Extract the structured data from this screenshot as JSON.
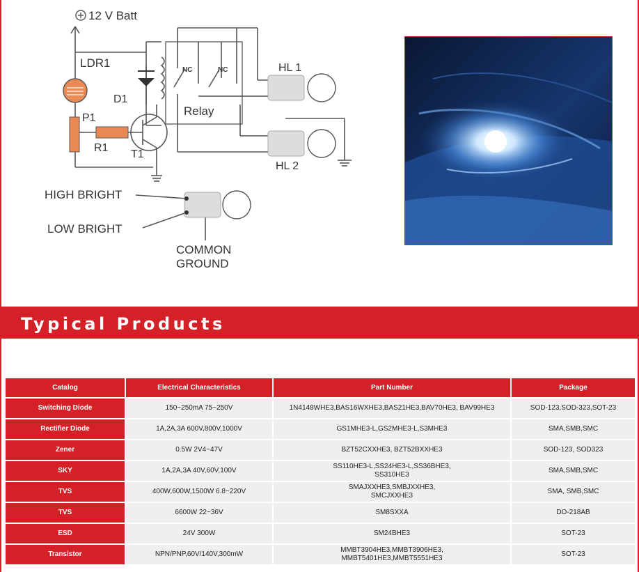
{
  "diagram": {
    "batt_label": "12 V Batt",
    "ldr_label": "LDR1",
    "d1_label": "D1",
    "p1_label": "P1",
    "r1_label": "R1",
    "t1_label": "T1",
    "relay_label": "Relay",
    "nc1_label": "NC",
    "nc2_label": "NC",
    "hl1_label": "HL 1",
    "hl2_label": "HL 2",
    "high_bright_label": "HIGH BRIGHT",
    "low_bright_label": "LOW BRIGHT",
    "common_label": "COMMON",
    "ground_label": "GROUND"
  },
  "section": {
    "title": "Typical Products"
  },
  "colors": {
    "accent": "#d42027",
    "cell_bg": "#efefef"
  },
  "table": {
    "headers": [
      "Catalog",
      "Electrical Characteristics",
      "Part Number",
      "Package"
    ],
    "rows": [
      {
        "catalog": "Switching Diode",
        "electrical": "150~250mA 75~250V",
        "part1": "1N4148WHE3,BAS16WXHE3,BAS21HE3,BAV70HE3, BAV99HE3",
        "part2": "",
        "package": "SOD-123,SOD-323,SOT-23"
      },
      {
        "catalog": "Rectifier Diode",
        "electrical": "1A,2A,3A 600V,800V,1000V",
        "part1": "GS1MHE3-L,GS2MHE3-L,S3MHE3",
        "part2": "",
        "package": "SMA,SMB,SMC"
      },
      {
        "catalog": "Zener",
        "electrical": "0.5W 2V4~47V",
        "part1": "BZT52CXXHE3, BZT52BXXHE3",
        "part2": "",
        "package": "SOD-123, SOD323"
      },
      {
        "catalog": "SKY",
        "electrical": "1A,2A,3A 40V,60V,100V",
        "part1": "SS110HE3-L,SS24HE3-L,SS36BHE3,",
        "part2": "SS310HE3",
        "package": "SMA,SMB,SMC"
      },
      {
        "catalog": "TVS",
        "electrical": "400W,600W,1500W 6.8~220V",
        "part1": "SMAJXXHE3,SMBJXXHE3,",
        "part2": "SMCJXXHE3",
        "package": "SMA, SMB,SMC"
      },
      {
        "catalog": "TVS",
        "electrical": "6600W 22~36V",
        "part1": "SM8SXXA",
        "part2": "",
        "package": "DO-218AB"
      },
      {
        "catalog": "ESD",
        "electrical": "24V 300W",
        "part1": "SM24BHE3",
        "part2": "",
        "package": "SOT-23"
      },
      {
        "catalog": "Transistor",
        "electrical": "NPN/PNP,60V/140V,300mW",
        "part1": "MMBT3904HE3,MMBT3906HE3,",
        "part2": "MMBT5401HE3,MMBT5551HE3",
        "package": "SOT-23"
      }
    ]
  }
}
